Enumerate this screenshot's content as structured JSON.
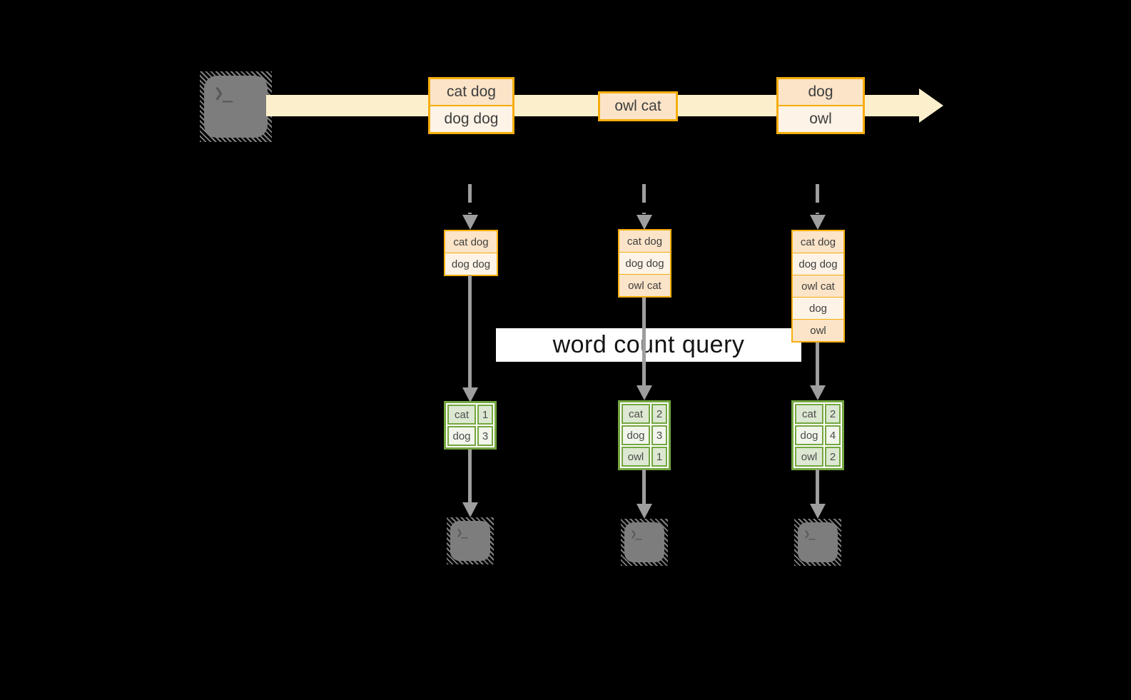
{
  "banner": {
    "label": "word count query"
  },
  "icons": {
    "terminal_prompt": "❯_"
  },
  "stream": {
    "batches": [
      {
        "lines": [
          "cat dog",
          "dog dog"
        ]
      },
      {
        "lines": [
          "owl cat"
        ]
      },
      {
        "lines": [
          "dog",
          "owl"
        ]
      }
    ]
  },
  "columns": [
    {
      "accumulated": [
        "cat dog",
        "dog dog"
      ],
      "counts": [
        {
          "word": "cat",
          "count": "1"
        },
        {
          "word": "dog",
          "count": "3"
        }
      ]
    },
    {
      "accumulated": [
        "cat dog",
        "dog dog",
        "owl cat"
      ],
      "counts": [
        {
          "word": "cat",
          "count": "2"
        },
        {
          "word": "dog",
          "count": "3"
        },
        {
          "word": "owl",
          "count": "1"
        }
      ]
    },
    {
      "accumulated": [
        "cat dog",
        "dog dog",
        "owl cat",
        "dog",
        "owl"
      ],
      "counts": [
        {
          "word": "cat",
          "count": "2"
        },
        {
          "word": "dog",
          "count": "4"
        },
        {
          "word": "owl",
          "count": "2"
        }
      ]
    }
  ],
  "colors": {
    "stream_band": "#FCF0CC",
    "event_border": "#F6AE0D",
    "event_fill_peach": "#FBE4C8",
    "event_fill_cream": "#FDF3E6",
    "table_border": "#74A63F",
    "table_fill_dark": "#DCE8D1",
    "table_fill_light": "#F1F5EB",
    "arrow": "#9E9E9E",
    "terminal": "#7D7D7D",
    "banner_bg": "#FFFFFF",
    "background": "#000000"
  }
}
